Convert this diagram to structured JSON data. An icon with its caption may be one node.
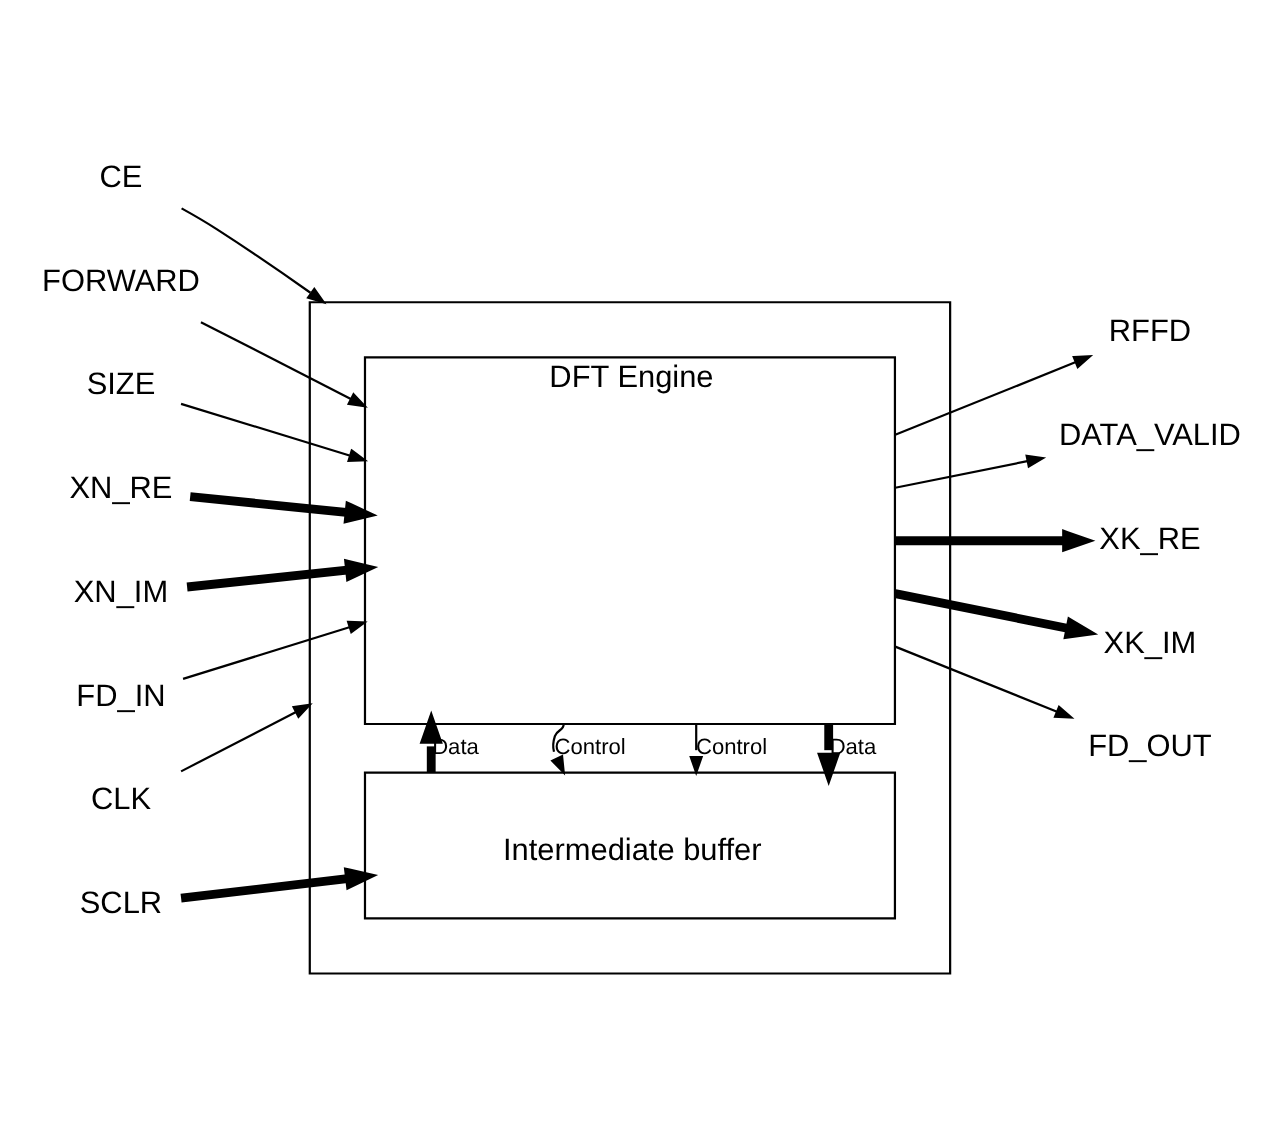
{
  "diagram": {
    "nodes": [
      {
        "text": [],
        "shape": "box"
      },
      {
        "text": [
          "DFT Engine"
        ],
        "in": 0
      },
      {
        "text": [
          "Intermediate buffer"
        ],
        "in": 0
      },
      {
        "text": [
          "FORWARD"
        ]
      },
      {
        "text": [
          "SIZE"
        ]
      },
      {
        "text": [
          "XN_RE"
        ]
      },
      {
        "text": [
          "XN_IM"
        ]
      },
      {
        "text": [
          "FD_IN"
        ]
      },
      {
        "text": [
          "RFFD"
        ]
      },
      {
        "text": [
          "CLK"
        ]
      },
      {
        "text": [
          "SCLR"
        ]
      },
      {
        "text": [
          "CE"
        ]
      },
      {
        "text": [
          "DATA_VALID"
        ]
      },
      {
        "text": [
          "XK_RE"
        ]
      },
      {
        "text": [
          "XK_IM"
        ]
      },
      {
        "text": [
          "FD_OUT"
        ]
      }
    ],
    "edges": [
      {
        "from": 3,
        "to": 1,
        "arrow": "to"
      },
      {
        "from": 4,
        "to": 1,
        "arrow": "to"
      },
      {
        "from": 5,
        "to": 1,
        "arrow": "to",
        "style": "thick"
      },
      {
        "from": 6,
        "to": 1,
        "arrow": "to",
        "style": "thick"
      },
      {
        "from": 7,
        "to": 1,
        "arrow": "to"
      },
      {
        "from": 1,
        "to": 8,
        "arrow": "to"
      },
      {
        "from": 9,
        "to": 0,
        "arrow": "to"
      },
      {
        "from": 10,
        "to": 2,
        "arrow": "to",
        "style": "thick"
      },
      {
        "from": 11,
        "to": 0,
        "arrow": "to"
      },
      {
        "from": 2,
        "to": 1,
        "label": "Data",
        "arrow": "to",
        "style": "thick"
      },
      {
        "from": 1,
        "to": 2,
        "label": "Control",
        "arrow": "to"
      },
      {
        "from": 1,
        "to": 12,
        "arrow": "to"
      },
      {
        "from": 1,
        "to": 13,
        "arrow": "to",
        "style": "thick"
      },
      {
        "from": 1,
        "to": 14,
        "arrow": "to",
        "style": "thick"
      },
      {
        "from": 1,
        "to": 15,
        "arrow": "to"
      },
      {
        "from": 1,
        "to": 2,
        "label": "Control",
        "arrow": "to"
      },
      {
        "from": 1,
        "to": 2,
        "label": "Data",
        "arrow": "to",
        "style": "thick"
      }
    ]
  }
}
